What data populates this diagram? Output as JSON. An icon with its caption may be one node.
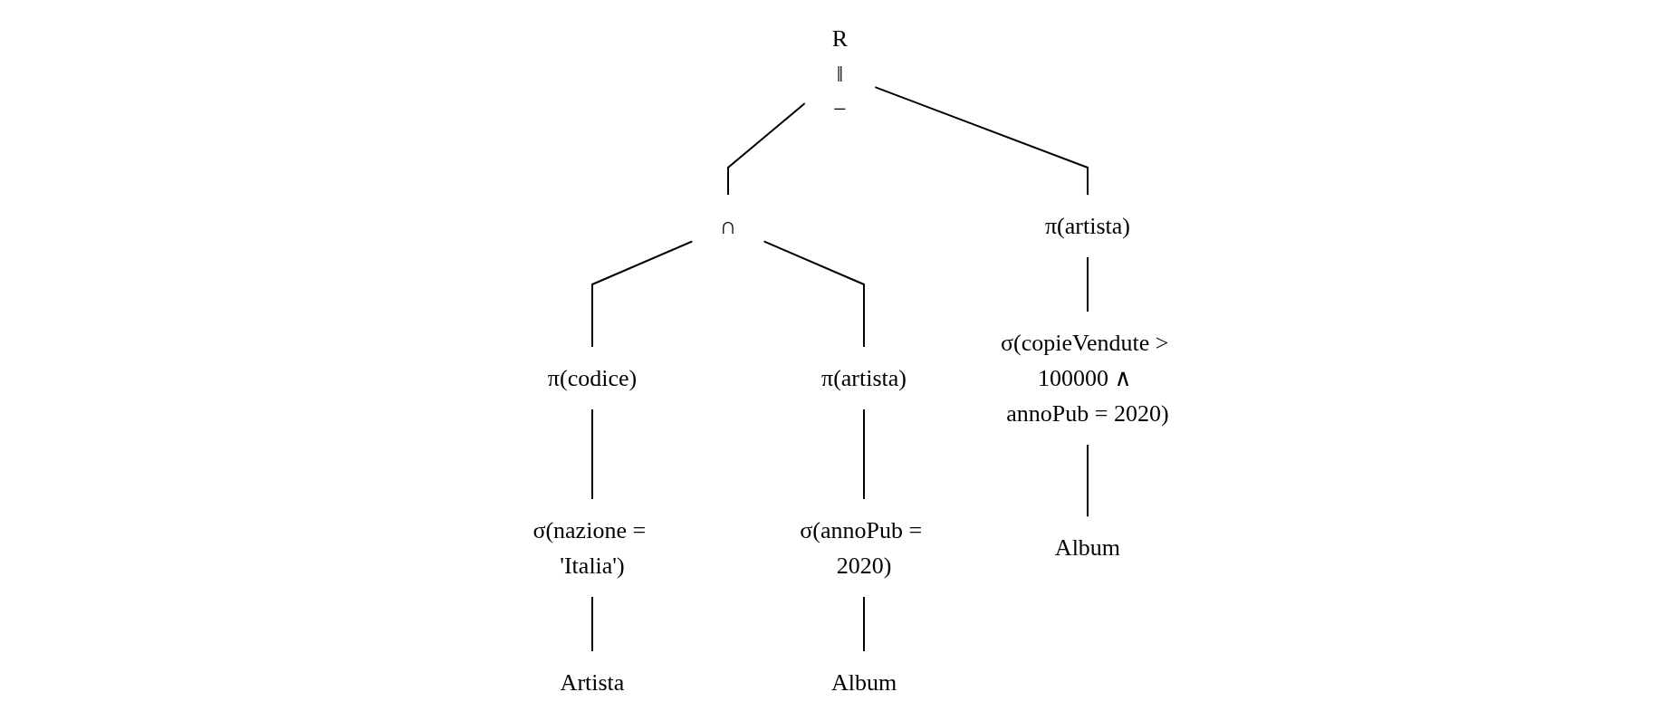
{
  "diagram": {
    "nodes": [
      {
        "text": [
          "R",
          "‖",
          "−"
        ]
      },
      {
        "text": [
          "∩"
        ]
      },
      {
        "text": [
          "π(artista)"
        ]
      },
      {
        "text": [
          "π(codice)"
        ]
      },
      {
        "text": [
          "π(artista)"
        ]
      },
      {
        "text": [
          "σ(copieVendute > 100000 ∧ annoPub = 2020)"
        ]
      },
      {
        "text": [
          "σ(nazione = 'Italia')"
        ]
      },
      {
        "text": [
          "σ(annoPub = 2020)"
        ]
      },
      {
        "text": [
          "Album"
        ]
      },
      {
        "text": [
          "Artista"
        ]
      },
      {
        "text": [
          "Album"
        ]
      }
    ],
    "edges": [
      {
        "from": 0,
        "to": 1,
        "arrow": "none"
      },
      {
        "from": 0,
        "to": 2,
        "arrow": "none"
      },
      {
        "from": 1,
        "to": 3,
        "arrow": "none"
      },
      {
        "from": 1,
        "to": 4,
        "arrow": "none"
      },
      {
        "from": 2,
        "to": 5,
        "arrow": "none"
      },
      {
        "from": 3,
        "to": 6,
        "arrow": "none"
      },
      {
        "from": 4,
        "to": 7,
        "arrow": "none"
      },
      {
        "from": 5,
        "to": 8,
        "arrow": "none"
      },
      {
        "from": 6,
        "to": 9,
        "arrow": "none"
      },
      {
        "from": 7,
        "to": 10,
        "arrow": "none"
      }
    ]
  }
}
